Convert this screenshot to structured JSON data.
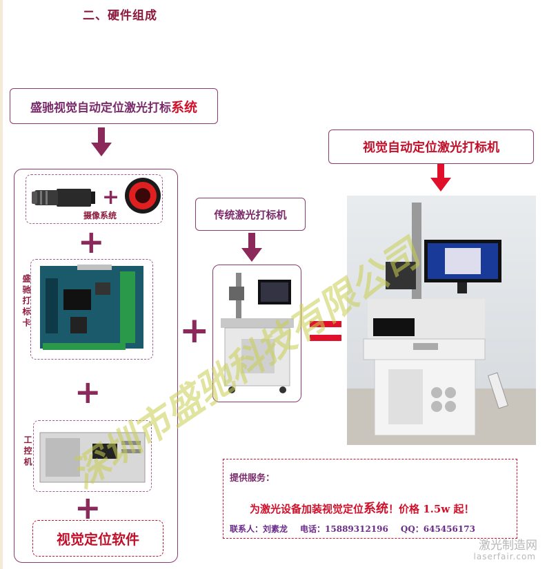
{
  "heading": "二、硬件组成",
  "system_title": {
    "main": "盛驰视觉自动定位激光打标",
    "highlight": "系统"
  },
  "machine_title": "视觉自动定位激光打标机",
  "traditional_title": "传统激光打标机",
  "camera_caption": "摄像系统",
  "board_label": "盛驰打标卡",
  "ipc_label": "工控机",
  "software_label": "视觉定位软件",
  "service": {
    "label": "提供服务：",
    "line_pre": "为激光设备加装视觉定位",
    "line_highlight": "系统",
    "line_post": "！价格 1.5w 起！",
    "contact_person": "联系人：刘素龙",
    "phone": "电话：15889312196",
    "qq": "QQ：645456173"
  },
  "watermark": "深圳市盛驰科技有限公司",
  "site": {
    "name": "激光制造网",
    "url": "laserfair.com"
  },
  "colors": {
    "accent": "#8b2a5a",
    "red": "#e0102a"
  }
}
